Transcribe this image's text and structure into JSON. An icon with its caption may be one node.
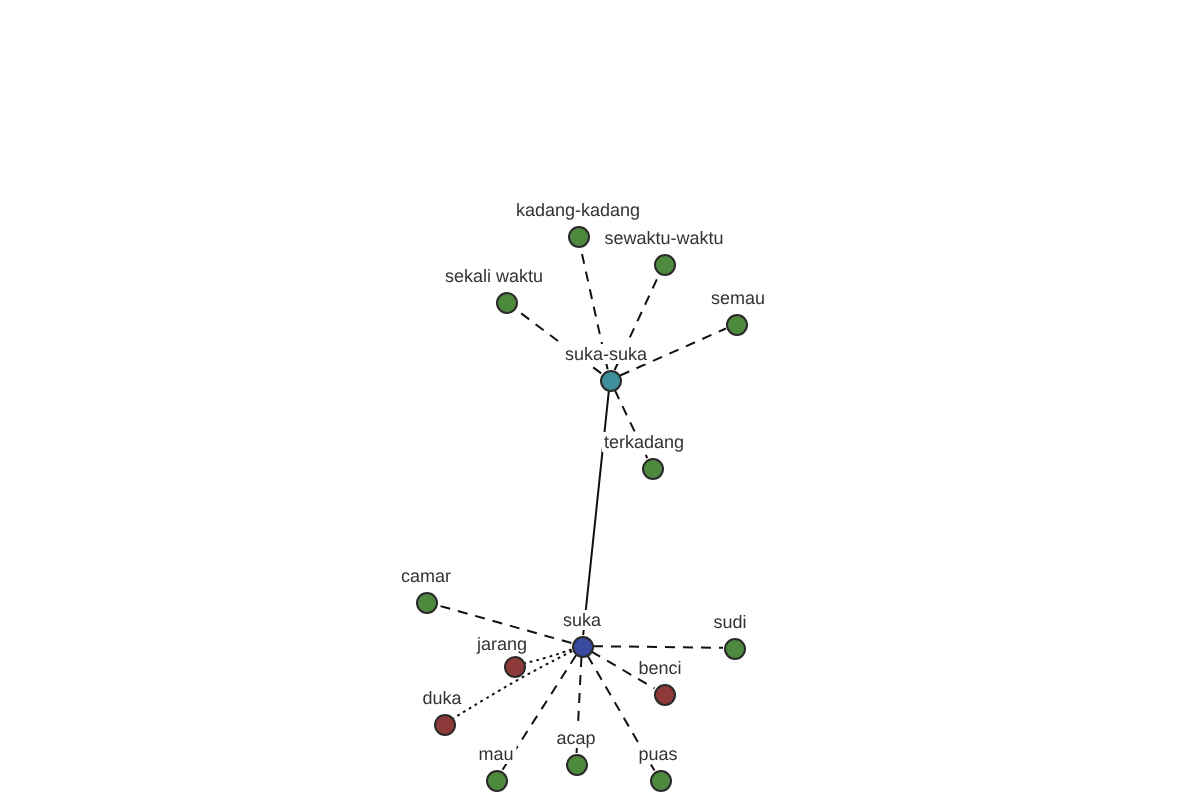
{
  "diagram": {
    "nodes": [
      {
        "text": [
          "kadang-kadang"
        ]
      },
      {
        "text": [
          "sewaktu-waktu"
        ]
      },
      {
        "text": [
          "sekali waktu"
        ]
      },
      {
        "text": [
          "semau"
        ]
      },
      {
        "text": [
          "suka-suka"
        ]
      },
      {
        "text": [
          "terkadang"
        ]
      },
      {
        "text": [
          "camar"
        ]
      },
      {
        "text": [
          "suka"
        ]
      },
      {
        "text": [
          "sudi"
        ]
      },
      {
        "text": [
          "jarang"
        ]
      },
      {
        "text": [
          "benci"
        ]
      },
      {
        "text": [
          "duka"
        ]
      },
      {
        "text": [
          "acap"
        ]
      },
      {
        "text": [
          "mau"
        ]
      },
      {
        "text": [
          "puas"
        ]
      }
    ],
    "edges": [
      {
        "from": 4,
        "to": 0,
        "arrow": "none",
        "style": "dashed"
      },
      {
        "from": 4,
        "to": 1,
        "arrow": "none",
        "style": "dashed"
      },
      {
        "from": 4,
        "to": 2,
        "arrow": "none",
        "style": "dashed"
      },
      {
        "from": 4,
        "to": 3,
        "arrow": "none",
        "style": "dashed"
      },
      {
        "from": 4,
        "to": 5,
        "arrow": "none",
        "style": "dashed"
      },
      {
        "from": 4,
        "to": 7,
        "arrow": "none"
      },
      {
        "from": 7,
        "to": 6,
        "arrow": "none",
        "style": "dashed"
      },
      {
        "from": 7,
        "to": 9,
        "arrow": "none",
        "style": "dashed"
      },
      {
        "from": 7,
        "to": 11,
        "arrow": "none",
        "style": "dashed"
      },
      {
        "from": 7,
        "to": 8,
        "arrow": "none",
        "style": "dashed"
      },
      {
        "from": 7,
        "to": 10,
        "arrow": "none",
        "style": "dashed"
      },
      {
        "from": 7,
        "to": 12,
        "arrow": "none",
        "style": "dashed"
      },
      {
        "from": 7,
        "to": 13,
        "arrow": "none",
        "style": "dashed"
      },
      {
        "from": 7,
        "to": 14,
        "arrow": "none",
        "style": "dashed"
      }
    ]
  }
}
